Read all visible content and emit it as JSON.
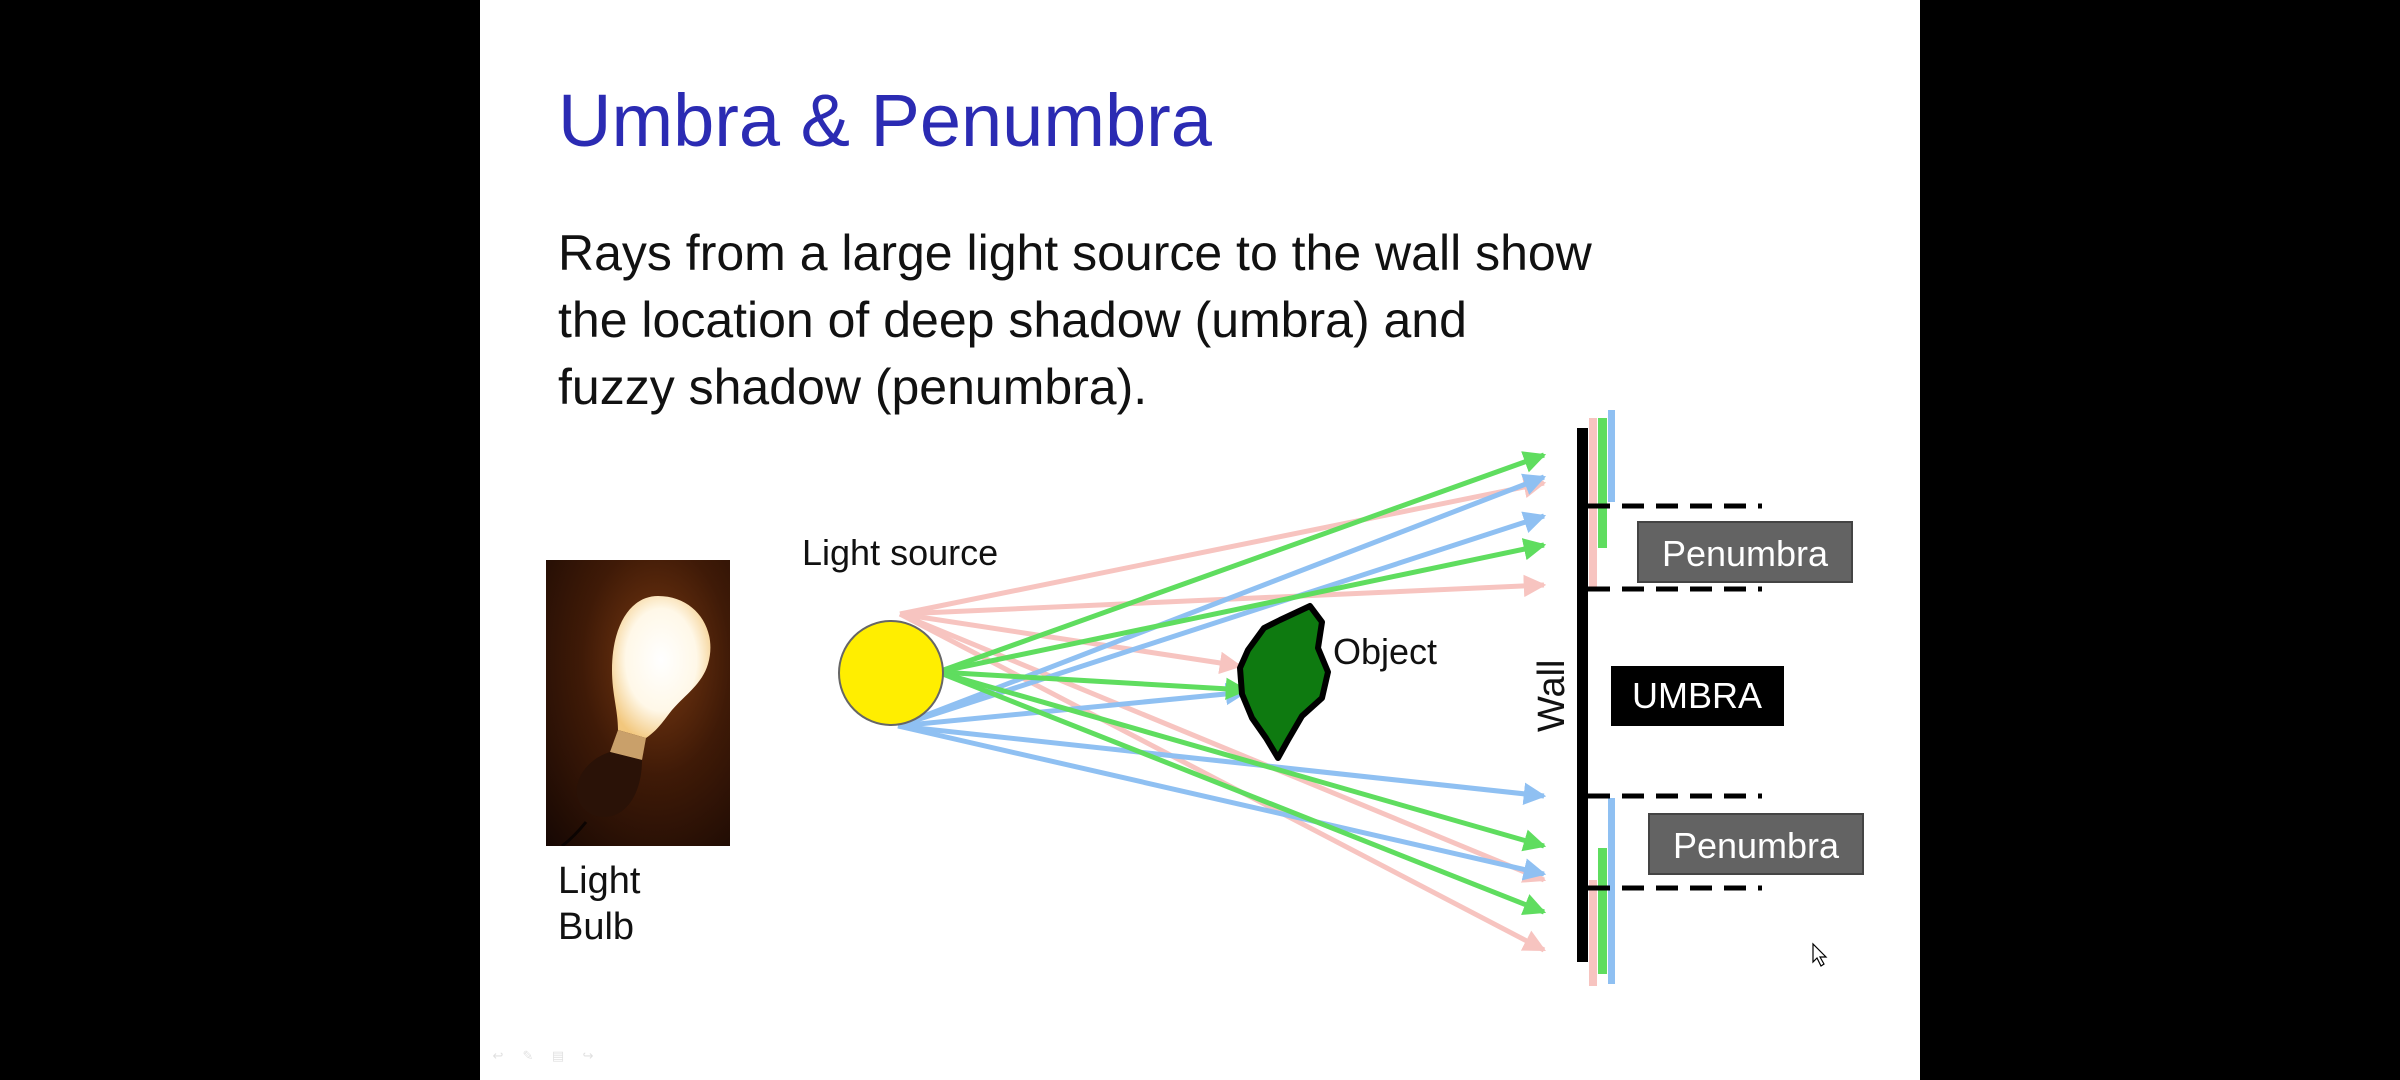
{
  "slide": {
    "title": "Umbra & Penumbra",
    "body_lines": [
      "Rays from a large light source to the wall show",
      "the location of deep shadow (umbra) and",
      "fuzzy shadow (penumbra)."
    ]
  },
  "photo": {
    "caption_lines": [
      "Light",
      "Bulb"
    ]
  },
  "diagram": {
    "light_source_label": "Light source",
    "object_label": "Object",
    "wall_label": "Wall",
    "umbra_label": "UMBRA",
    "penumbra_top_label": "Penumbra",
    "penumbra_bottom_label": "Penumbra"
  },
  "colors": {
    "title": "#2b2bb3",
    "source_fill": "#ffee00",
    "object_fill": "#0e7a10",
    "ray_green": "#5fdd5f",
    "ray_blue": "#8fc0f2",
    "ray_pink": "#f7c4c0",
    "badge_gray": "#636363",
    "badge_black": "#000000"
  },
  "toolbar": {
    "icons": [
      "back-arrow-icon",
      "pen-icon",
      "menu-icon",
      "forward-arrow-icon"
    ]
  }
}
